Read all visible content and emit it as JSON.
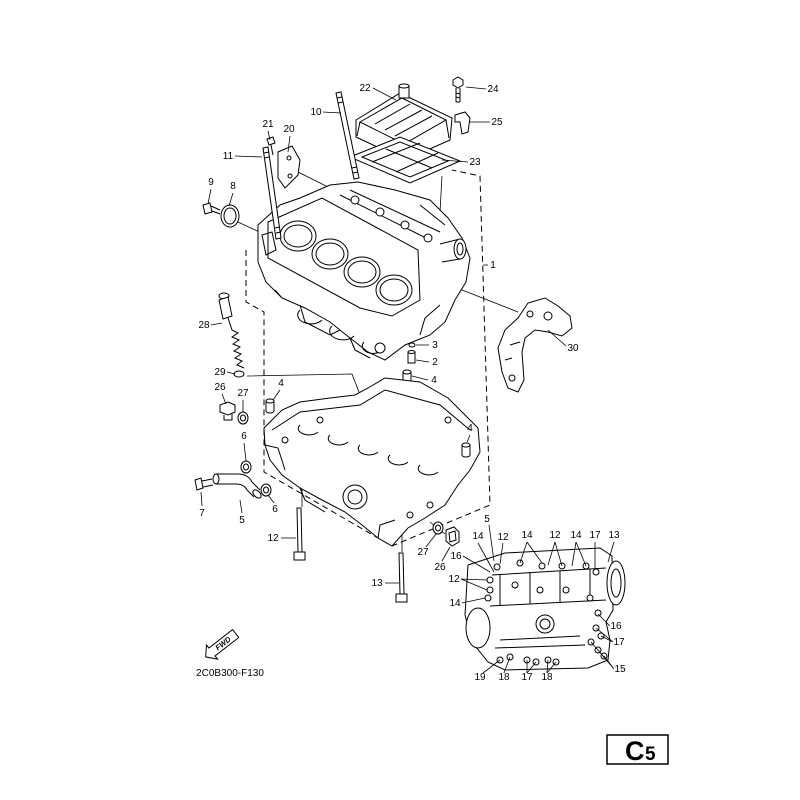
{
  "main_callouts": [
    "22",
    "24",
    "10",
    "25",
    "21",
    "20",
    "11",
    "23",
    "9",
    "8",
    "1",
    "28",
    "30",
    "3",
    "2",
    "29",
    "4",
    "4",
    "26",
    "27",
    "4",
    "6",
    "7",
    "5",
    "6",
    "12",
    "27",
    "26",
    "13"
  ],
  "detail_callouts": [
    "5",
    "12",
    "14",
    "12",
    "14",
    "17",
    "13",
    "14",
    "16",
    "12",
    "14",
    "16",
    "17",
    "15",
    "19",
    "18",
    "17",
    "18"
  ],
  "fwd_label": "FWD",
  "figure_code": "2C0B300-F130",
  "page_tag": {
    "letter": "C",
    "number": "5"
  }
}
